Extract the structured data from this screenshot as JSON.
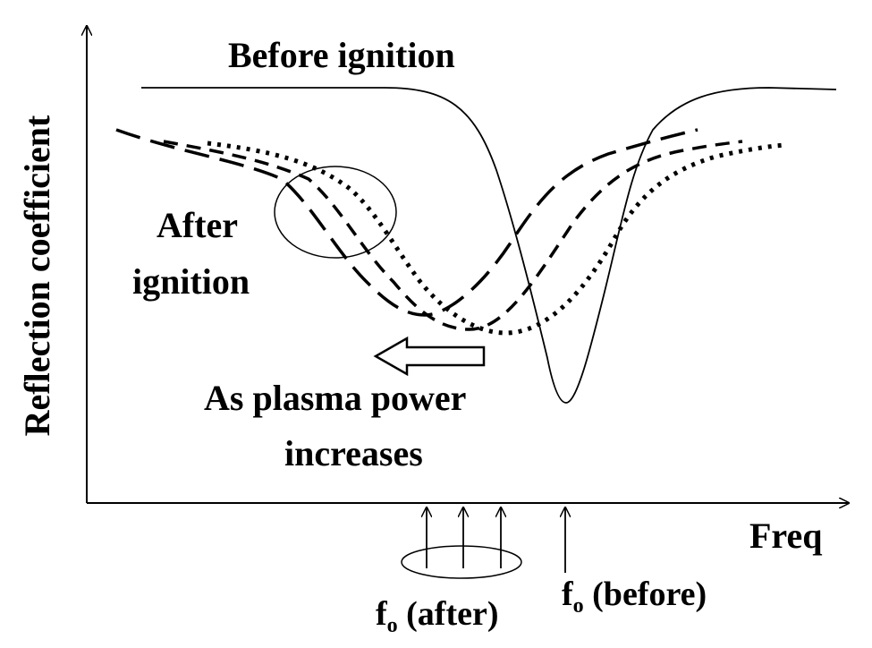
{
  "labels": {
    "y_axis": "Reflection coefficient",
    "x_axis": "Freq",
    "before_curve": "Before ignition",
    "after_line1": "After",
    "after_line2": "ignition",
    "shift_line1": "As plasma power",
    "shift_line2": "increases",
    "fo_after_main": "f",
    "fo_after_sub": "o",
    "fo_after_rest": " (after)",
    "fo_before_main": "f",
    "fo_before_sub": "o",
    "fo_before_rest": " (before)"
  },
  "curves": [
    {
      "name": "before-ignition",
      "style": "solid"
    },
    {
      "name": "after-ignition-1",
      "style": "long-dash"
    },
    {
      "name": "after-ignition-2",
      "style": "short-dash"
    },
    {
      "name": "after-ignition-3",
      "style": "dotted"
    }
  ],
  "arrow": {
    "direction": "left"
  },
  "colors": {
    "ink": "#000000",
    "background": "#ffffff"
  }
}
